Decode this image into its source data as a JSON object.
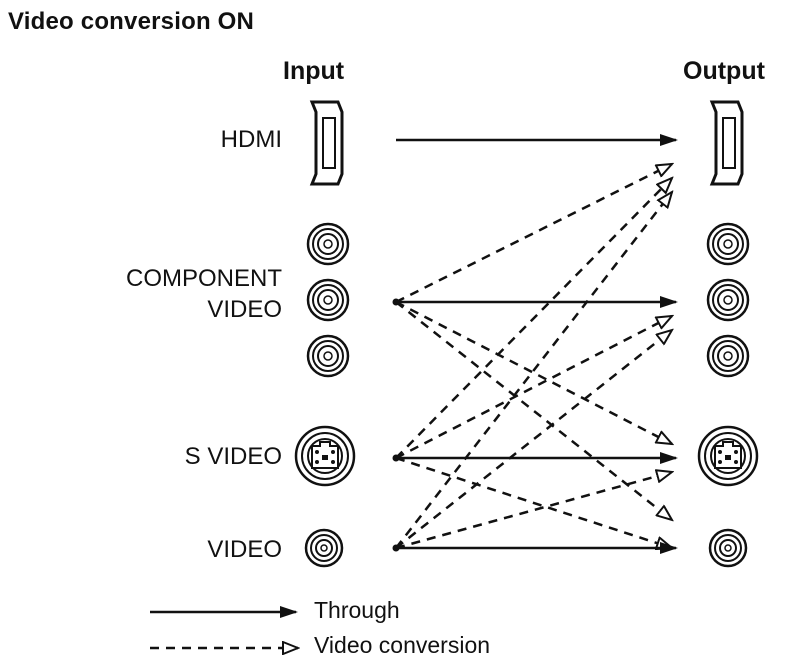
{
  "title": "Video conversion ON",
  "columns": {
    "input": "Input",
    "output": "Output"
  },
  "inputs": {
    "hdmi": "HDMI",
    "component": "COMPONENT\nVIDEO",
    "svideo": "S VIDEO",
    "video": "VIDEO"
  },
  "legend": {
    "through": "Through",
    "conversion": "Video conversion"
  },
  "connections": {
    "through": [
      [
        "HDMI",
        "HDMI"
      ],
      [
        "COMPONENT VIDEO",
        "COMPONENT VIDEO"
      ],
      [
        "S VIDEO",
        "S VIDEO"
      ],
      [
        "VIDEO",
        "VIDEO"
      ]
    ],
    "conversion": [
      [
        "COMPONENT VIDEO",
        "HDMI"
      ],
      [
        "COMPONENT VIDEO",
        "S VIDEO"
      ],
      [
        "COMPONENT VIDEO",
        "VIDEO"
      ],
      [
        "S VIDEO",
        "HDMI"
      ],
      [
        "S VIDEO",
        "COMPONENT VIDEO"
      ],
      [
        "S VIDEO",
        "VIDEO"
      ],
      [
        "VIDEO",
        "HDMI"
      ],
      [
        "VIDEO",
        "COMPONENT VIDEO"
      ],
      [
        "VIDEO",
        "S VIDEO"
      ]
    ]
  }
}
